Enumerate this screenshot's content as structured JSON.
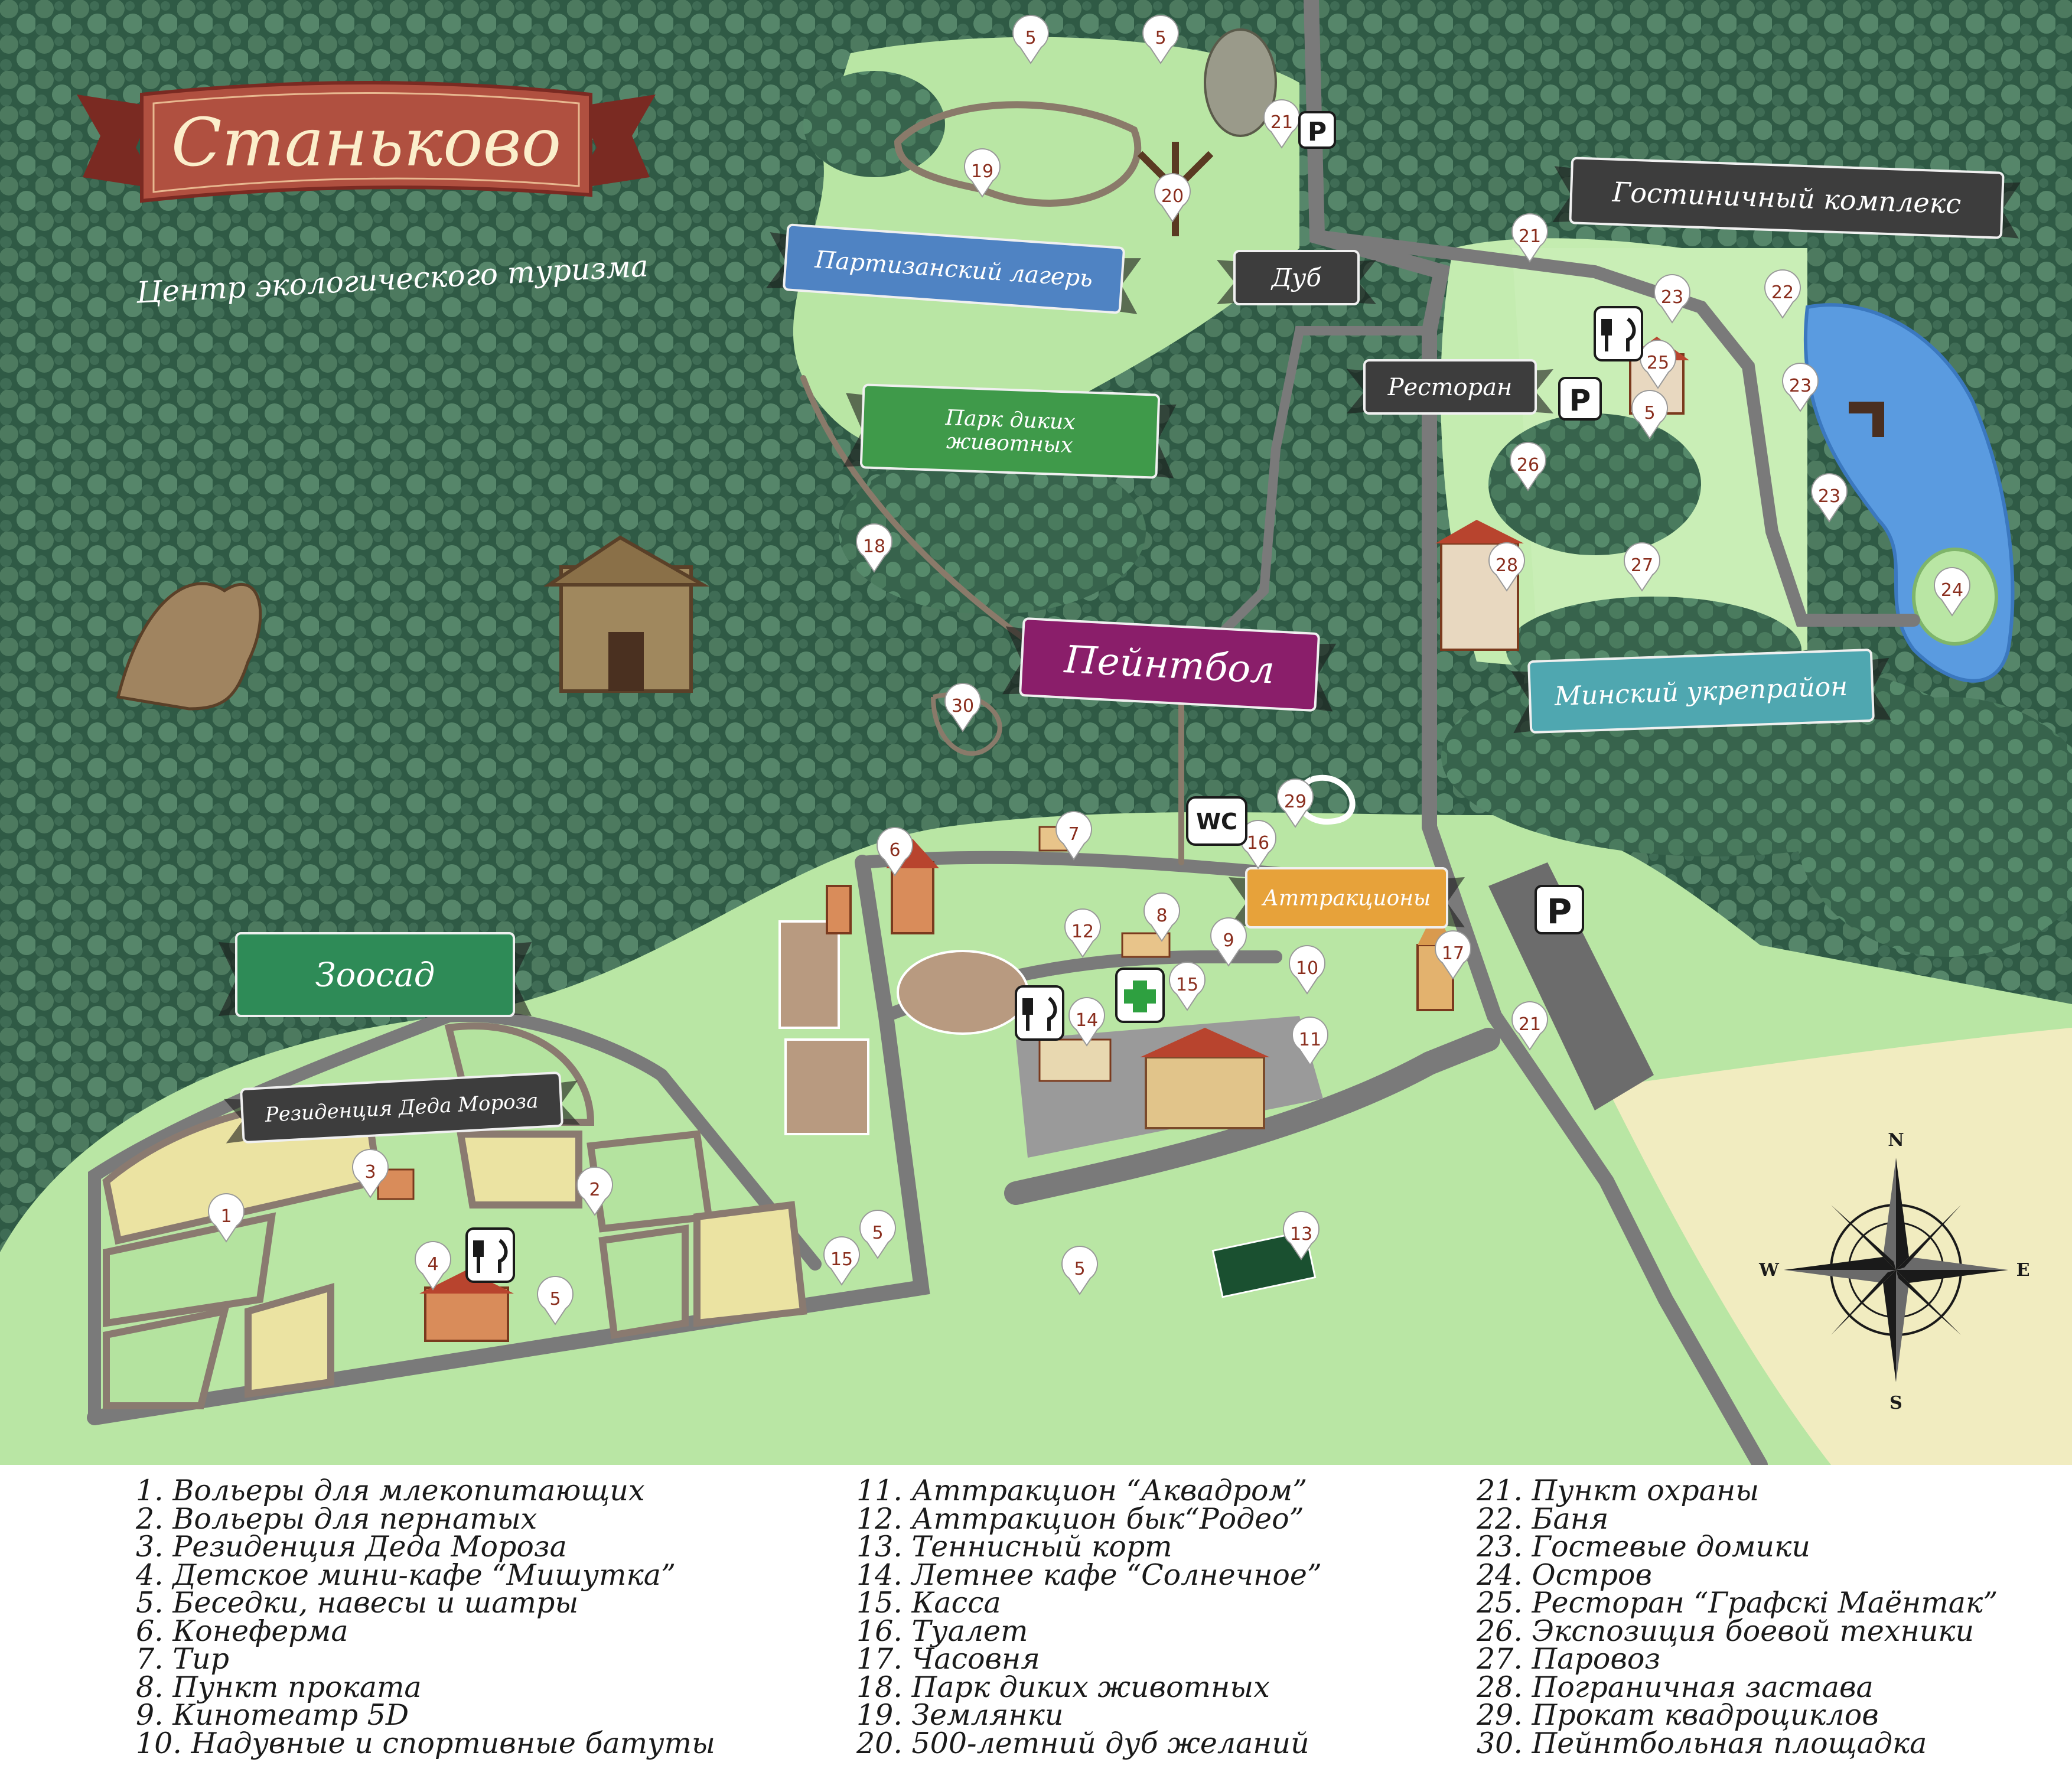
{
  "title": "Станьково",
  "subtitle": "Центр экологического туризма",
  "colors": {
    "forest_dark": "#2f5a45",
    "forest_mid": "#4d7a5f",
    "meadow": "#b9e6a4",
    "meadow_light": "#d2f0bf",
    "road": "#7a7a7a",
    "water": "#5a9be0",
    "sand": "#f1ecc0",
    "pin": "#ffffff",
    "pin_text": "#8a2e1e"
  },
  "zones": [
    {
      "id": "partisan",
      "label": "Партизанский лагерь",
      "color": "#4f83c3"
    },
    {
      "id": "oak",
      "label": "Дуб",
      "color": "#3d3d3d"
    },
    {
      "id": "wildpark",
      "label": "Парк диких\nживотных",
      "color": "#3f9a4a"
    },
    {
      "id": "paintball",
      "label": "Пейнтбол",
      "color": "#8a1e6a"
    },
    {
      "id": "hotel",
      "label": "Гостиничный комплекс",
      "color": "#3d3d3d"
    },
    {
      "id": "restaurant",
      "label": "Ресторан",
      "color": "#3d3d3d"
    },
    {
      "id": "minsk",
      "label": "Минский укрепрайон",
      "color": "#4fa7b0"
    },
    {
      "id": "attractions",
      "label": "Аттракционы",
      "color": "#e7a23a"
    },
    {
      "id": "zoo",
      "label": "Зоосад",
      "color": "#2e8b57"
    },
    {
      "id": "ded",
      "label": "Резиденция Деда Мороза",
      "color": "#3d3d3d"
    }
  ],
  "map_symbols": {
    "wc": "WC",
    "parking": "P",
    "compass": [
      "N",
      "E",
      "S",
      "W"
    ]
  },
  "pins": [
    "5",
    "5",
    "21",
    "19",
    "20",
    "21",
    "22",
    "23",
    "25",
    "5",
    "23",
    "23",
    "26",
    "28",
    "27",
    "24",
    "18",
    "30",
    "29",
    "7",
    "16",
    "6",
    "8",
    "12",
    "9",
    "10",
    "15",
    "14",
    "11",
    "17",
    "21",
    "3",
    "2",
    "1",
    "4",
    "5",
    "5",
    "15",
    "5",
    "13"
  ],
  "legend": {
    "col1": [
      "1. Вольеры для млекопитающих",
      "2. Вольеры для пернатых",
      "3. Резиденция Деда Мороза",
      "4. Детское мини-кафе “Мишутка”",
      "5. Беседки, навесы и шатры",
      "6. Конеферма",
      "7. Тир",
      "8. Пункт проката",
      "9. Кинотеатр 5D",
      "10. Надувные и спортивные батуты"
    ],
    "col2": [
      "11. Аттракцион “Аквадром”",
      "12. Аттракцион бык“Родео”",
      "13. Теннисный корт",
      "14. Летнее кафе “Солнечное”",
      "15. Касса",
      "16. Туалет",
      "17. Часовня",
      "18. Парк диких животных",
      "19. Землянки",
      "20. 500-летний дуб желаний"
    ],
    "col3": [
      "21. Пункт охраны",
      "22. Баня",
      "23. Гостевые домики",
      "24. Остров",
      "25. Ресторан “Графскі Маёнтак”",
      "26. Экспозиция боевой техники",
      "27. Паровоз",
      "28. Пограничная застава",
      "29. Прокат квадроциклов",
      "30. Пейнтбольная площадка"
    ]
  }
}
